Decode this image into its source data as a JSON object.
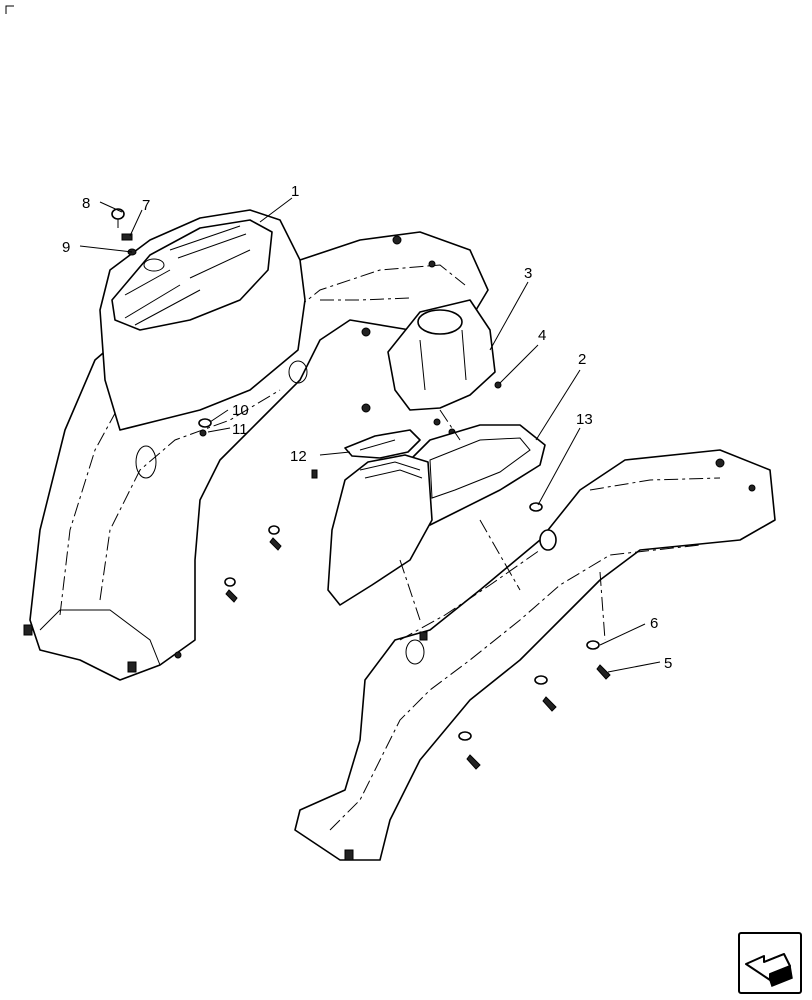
{
  "callouts": [
    {
      "id": "c1",
      "text": "1"
    },
    {
      "id": "c2",
      "text": "2"
    },
    {
      "id": "c3",
      "text": "3"
    },
    {
      "id": "c4",
      "text": "4"
    },
    {
      "id": "c5",
      "text": "5"
    },
    {
      "id": "c6",
      "text": "6"
    },
    {
      "id": "c7",
      "text": "7"
    },
    {
      "id": "c8",
      "text": "8"
    },
    {
      "id": "c9",
      "text": "9"
    },
    {
      "id": "c10",
      "text": "10"
    },
    {
      "id": "c11",
      "text": "11"
    },
    {
      "id": "c12",
      "text": "12"
    },
    {
      "id": "c13",
      "text": "13"
    }
  ],
  "nav": {
    "icon": "next-page-arrow-icon"
  }
}
